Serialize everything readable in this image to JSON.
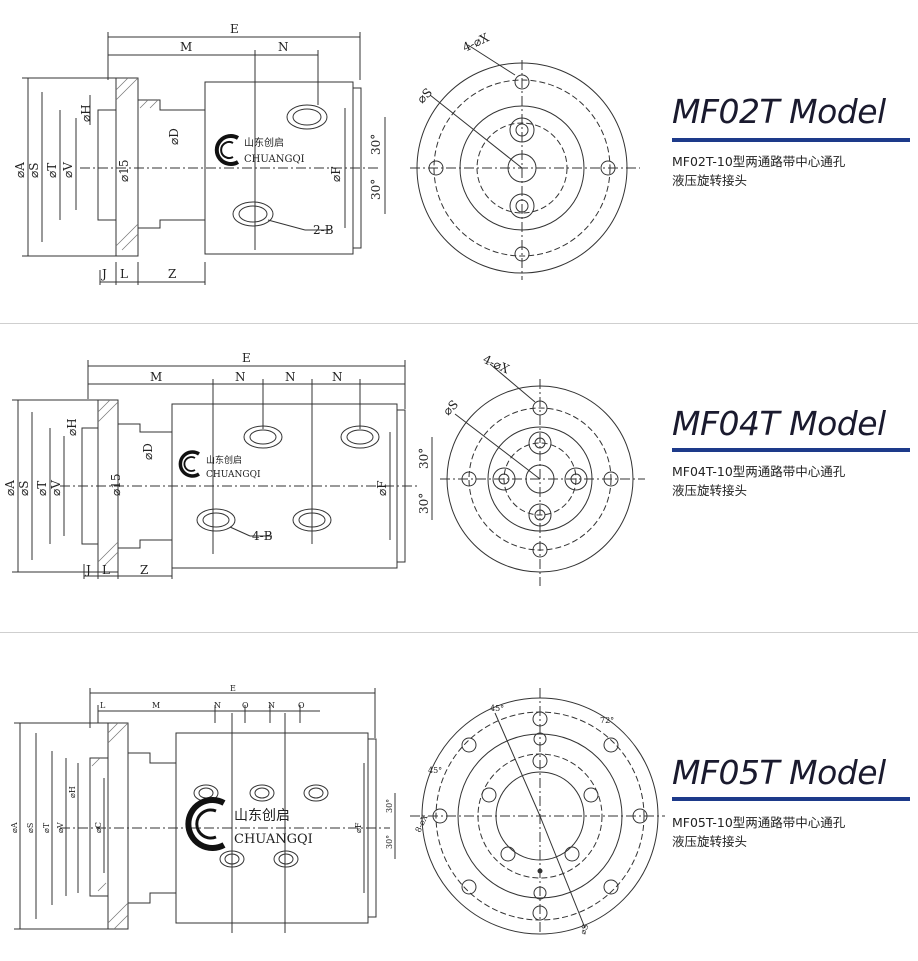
{
  "colors": {
    "accent": "#1d3a8a",
    "line": "#333333",
    "hatch": "#666666",
    "divider": "#cfcfcf"
  },
  "brand": {
    "cn": "山东创启",
    "en": "CHUANGQI"
  },
  "models": [
    {
      "title": "MF02T Model",
      "desc_line1": "MF02T-10型两通路带中心通孔",
      "desc_line2": "液压旋转接头",
      "labels": {
        "E": "E",
        "M": "M",
        "N": "N",
        "A": "⌀A",
        "S": "⌀S",
        "T": "⌀T",
        "V": "⌀V",
        "H": "⌀H",
        "D": "⌀D",
        "F": "⌀F",
        "i15": "⌀15",
        "J": "J",
        "L": "L",
        "Z": "Z",
        "ports": "2-B",
        "holes": "4-⌀X",
        "pcd": "⌀S",
        "a1": "30°",
        "a2": "30°"
      }
    },
    {
      "title": "MF04T Model",
      "desc_line1": "MF04T-10型两通路带中心通孔",
      "desc_line2": "液压旋转接头",
      "labels": {
        "E": "E",
        "M": "M",
        "N1": "N",
        "N2": "N",
        "N3": "N",
        "A": "⌀A",
        "S": "⌀S",
        "T": "⌀T",
        "V": "⌀V",
        "H": "⌀H",
        "D": "⌀D",
        "F": "⌀F",
        "i15": "⌀15",
        "J": "J",
        "L": "L",
        "Z": "Z",
        "ports": "4-B",
        "holes": "4-⌀X",
        "pcd": "⌀S",
        "a1": "30°",
        "a2": "30°"
      }
    },
    {
      "title": "MF05T Model",
      "desc_line1": "MF05T-10型两通路带中心通孔",
      "desc_line2": "液压旋转接头",
      "labels": {
        "E": "E",
        "L": "L",
        "M": "M",
        "N1": "N",
        "O1": "O",
        "N2": "N",
        "O2": "O",
        "A": "⌀A",
        "S": "⌀S",
        "T": "⌀T",
        "V": "⌀V",
        "H": "⌀H",
        "C": "⌀C",
        "F": "⌀F",
        "a1": "30°",
        "a2": "30°",
        "holes": "8-⌀X",
        "ang45a": "45°",
        "ang45b": "45°",
        "ang72": "72°",
        "pcd": "⌀S"
      }
    }
  ]
}
